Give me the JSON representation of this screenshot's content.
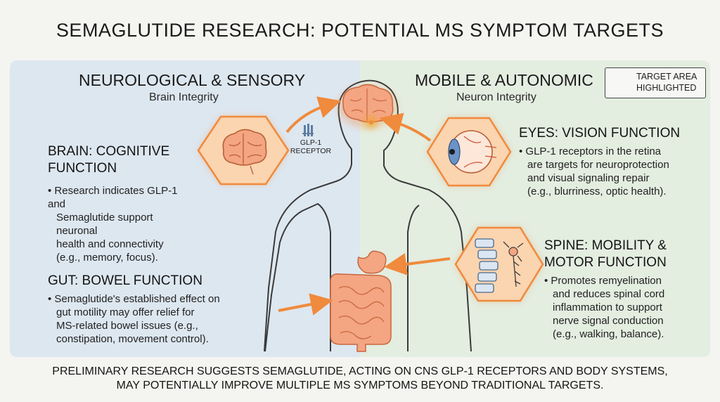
{
  "title": "SEMAGLUTIDE RESEARCH: POTENTIAL MS SYMPTOM TARGETS",
  "left_panel": {
    "title": "NEUROLOGICAL & SENSORY",
    "subtitle": "Brain Integrity"
  },
  "right_panel": {
    "title": "MOBILE & AUTONOMIC",
    "subtitle": "Neuron Integrity"
  },
  "legend": {
    "line1": "TARGET AREA",
    "line2": "HIGHLIGHTED"
  },
  "receptor": {
    "line1": "GLP-1",
    "line2": "RECEPTOR"
  },
  "brain": {
    "heading1": "BRAIN: COGNITIVE",
    "heading2": "FUNCTION",
    "lines": [
      "• Research indicates GLP-1 and",
      "Semaglutide support neuronal",
      "health and connectivity",
      "(e.g., memory, focus)."
    ]
  },
  "gut": {
    "heading": "GUT: BOWEL FUNCTION",
    "lines": [
      "• Semaglutide's established effect on",
      "gut motility may offer relief for",
      "MS-related bowel issues (e.g.,",
      "constipation, movement control)."
    ]
  },
  "eyes": {
    "heading": "EYES: VISION FUNCTION",
    "lines": [
      "• GLP-1 receptors in the retina",
      "are targets for neuroprotection",
      "and visual signaling repair",
      "(e.g., blurriness, optic health)."
    ]
  },
  "spine": {
    "heading1": "SPINE: MOBILITY &",
    "heading2": "MOTOR FUNCTION",
    "lines": [
      "• Promotes remyelination",
      "and reduces spinal cord",
      "inflammation to support",
      "nerve signal conduction",
      "(e.g., walking, balance)."
    ]
  },
  "footer": {
    "line1": "PRELIMINARY RESEARCH SUGGESTS SEMAGLUTIDE, ACTING ON CNS GLP-1 RECEPTORS AND BODY SYSTEMS,",
    "line2": "MAY POTENTIALLY IMPROVE MULTIPLE MS SYMPTOMS BEYOND TRADITIONAL TARGETS."
  },
  "colors": {
    "accent": "#f08a3c",
    "hex_fill": "#fbd4b0",
    "organ": "#f4a582",
    "left_bg": "#dde7f0",
    "right_bg": "#e3ede0",
    "outline": "#3a3a3a"
  }
}
